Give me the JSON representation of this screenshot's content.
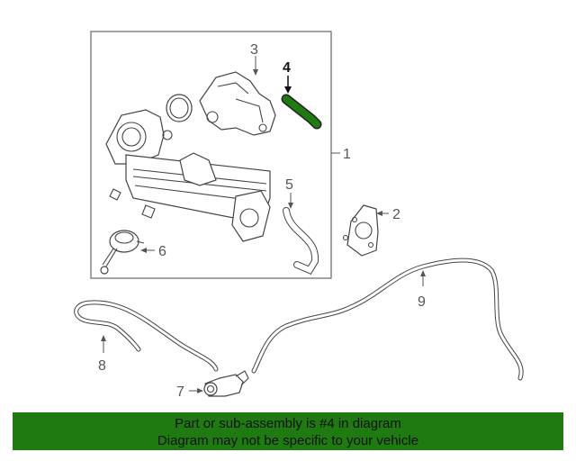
{
  "callouts": {
    "c1": "1",
    "c2": "2",
    "c3": "3",
    "c4": "4",
    "c5": "5",
    "c6": "6",
    "c7": "7",
    "c8": "8",
    "c9": "9"
  },
  "highlight_color": "#1f7a12",
  "banner": {
    "line1": "Part or sub-assembly is #4 in diagram",
    "line2": "Diagram may not be specific to your vehicle"
  }
}
